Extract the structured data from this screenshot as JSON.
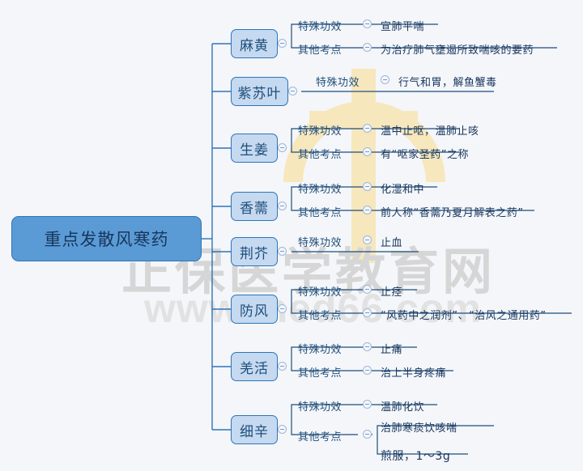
{
  "root": {
    "label": "重点发散风寒药"
  },
  "labels": {
    "special_effect": "特殊功效",
    "other_points": "其他考点"
  },
  "colors": {
    "root_fill": "#5b9bd5",
    "root_border": "#2e75b6",
    "branch_fill": "#c5d9f1",
    "branch_border": "#2e75b6",
    "text": "#1f4e79",
    "line": "#2e75b6",
    "background": "#f4f6fa",
    "watermark_text": "#d6d6d6",
    "watermark_logo": "#f5e3b8"
  },
  "branches": [
    {
      "name": "麻黄",
      "items": [
        {
          "label": "特殊功效",
          "value": "宣肺平喘"
        },
        {
          "label": "其他考点",
          "value": "为治疗肺气壅遏所致喘咳的要药"
        }
      ]
    },
    {
      "name": "紫苏叶",
      "items": [
        {
          "label": "特殊功效",
          "value": "行气和胃，解鱼蟹毒"
        }
      ]
    },
    {
      "name": "生姜",
      "items": [
        {
          "label": "特殊功效",
          "value": "温中止呕，温肺止咳"
        },
        {
          "label": "其他考点",
          "value": "有“呕家圣药”之称"
        }
      ]
    },
    {
      "name": "香薷",
      "items": [
        {
          "label": "特殊功效",
          "value": "化湿和中"
        },
        {
          "label": "其他考点",
          "value": "前人称“香薷乃夏月解表之药”"
        }
      ]
    },
    {
      "name": "荆芥",
      "items": [
        {
          "label": "特殊功效",
          "value": "止血"
        }
      ]
    },
    {
      "name": "防风",
      "items": [
        {
          "label": "特殊功效",
          "value": "止痉"
        },
        {
          "label": "其他考点",
          "value": "“风药中之润剂”、“治风之通用药”"
        }
      ]
    },
    {
      "name": "羌活",
      "items": [
        {
          "label": "特殊功效",
          "value": "止痛"
        },
        {
          "label": "其他考点",
          "value": "治上半身疼痛"
        }
      ]
    },
    {
      "name": "细辛",
      "items": [
        {
          "label": "特殊功效",
          "value": "温肺化饮"
        },
        {
          "label": "其他考点",
          "sub_values": [
            "治肺寒痰饮咳喘",
            "煎服，1～3g"
          ]
        }
      ]
    }
  ],
  "watermark": {
    "text": "正保医学教育网",
    "url": "www.med66.com"
  }
}
